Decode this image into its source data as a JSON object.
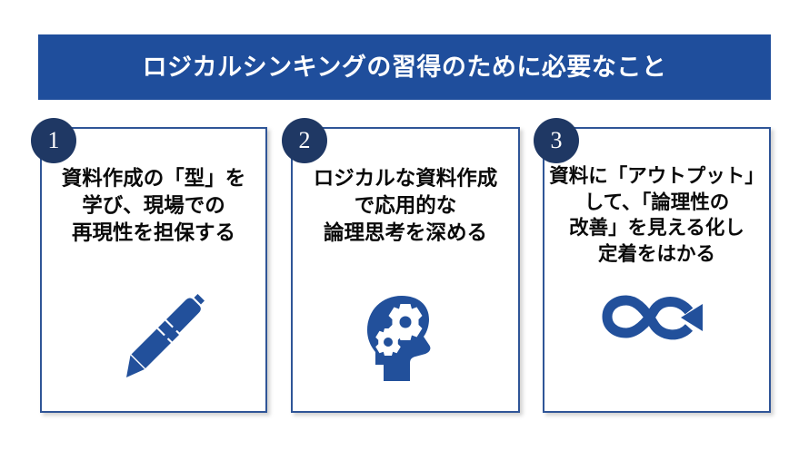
{
  "slide": {
    "background_color": "#FFFFFF",
    "title": {
      "text": "ロジカルシンキングの習得のために必要なこと",
      "background_color": "#1F4E9C",
      "text_color": "#FFFFFF"
    },
    "accent_colors": {
      "banner_blue": "#1F4E9C",
      "badge_navy": "#1F3864",
      "card_border": "#2F5597",
      "icon_blue": "#22509B"
    },
    "cards": [
      {
        "number": "1",
        "lines": [
          "資料作成の「型」を",
          "学び、現場での",
          "再現性を担保する"
        ],
        "icon": "pen-icon"
      },
      {
        "number": "2",
        "lines": [
          "ロジカルな資料作成",
          "で応用的な",
          "論理思考を深める"
        ],
        "icon": "head-with-gears-icon"
      },
      {
        "number": "3",
        "lines": [
          "資料に「アウトプット」",
          "して、「論理性の",
          "改善」を見える化し",
          "定着をはかる"
        ],
        "icon": "infinity-loop-arrow-icon"
      }
    ]
  }
}
